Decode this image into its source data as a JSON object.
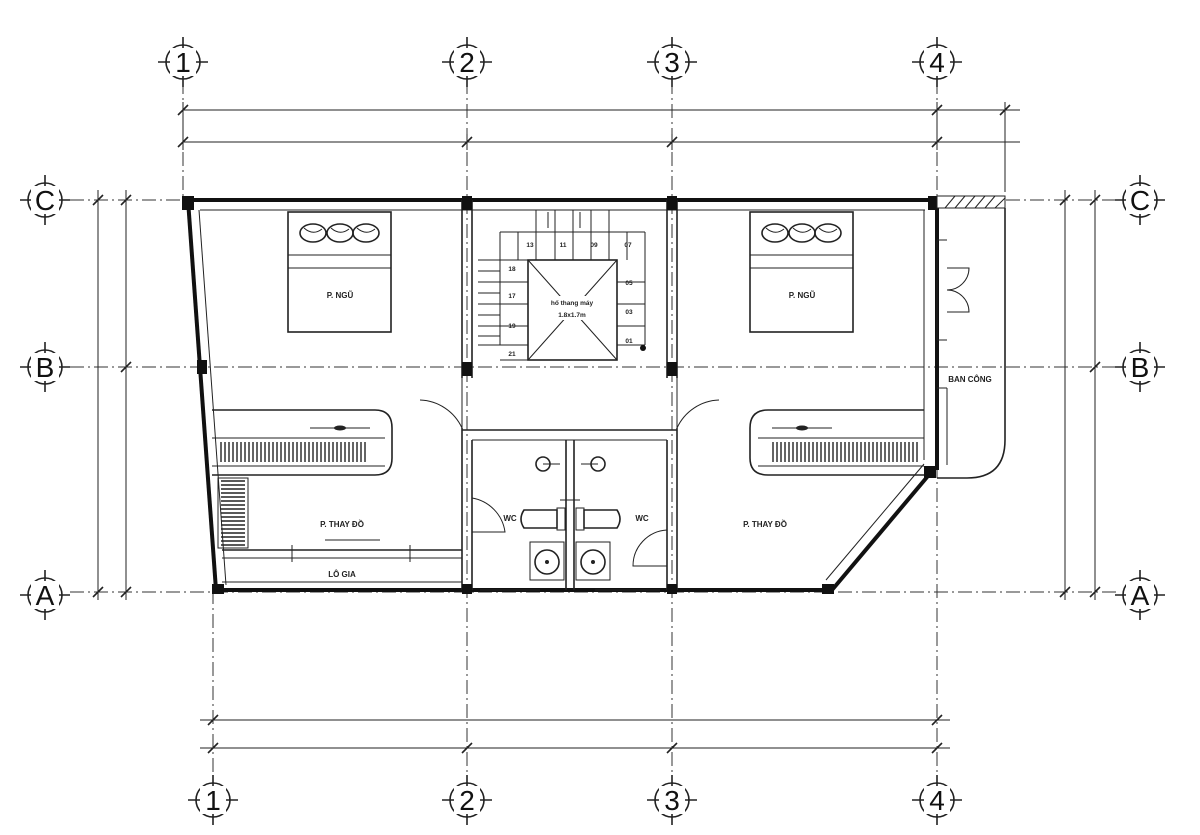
{
  "axes": {
    "columns": [
      "1",
      "2",
      "3",
      "4"
    ],
    "rows": [
      "A",
      "B",
      "C"
    ]
  },
  "rooms": {
    "bedroom_left": "P. NGŨ",
    "bedroom_right": "P. NGŨ",
    "dressing_left": "P. THAY ĐỒ",
    "dressing_right": "P. THAY ĐỒ",
    "loggia": "LÔ GIA",
    "wc_left": "WC",
    "wc_right": "WC",
    "balcony": "BAN CÔNG"
  },
  "elevator": {
    "label": "hố thang máy",
    "size": "1.8x1.7m"
  },
  "stairs": {
    "steps_top": [
      "13",
      "11",
      "09",
      "07"
    ],
    "steps_left": [
      "18",
      "17",
      "19",
      "21"
    ],
    "steps_right": [
      "05",
      "03",
      "01"
    ]
  }
}
